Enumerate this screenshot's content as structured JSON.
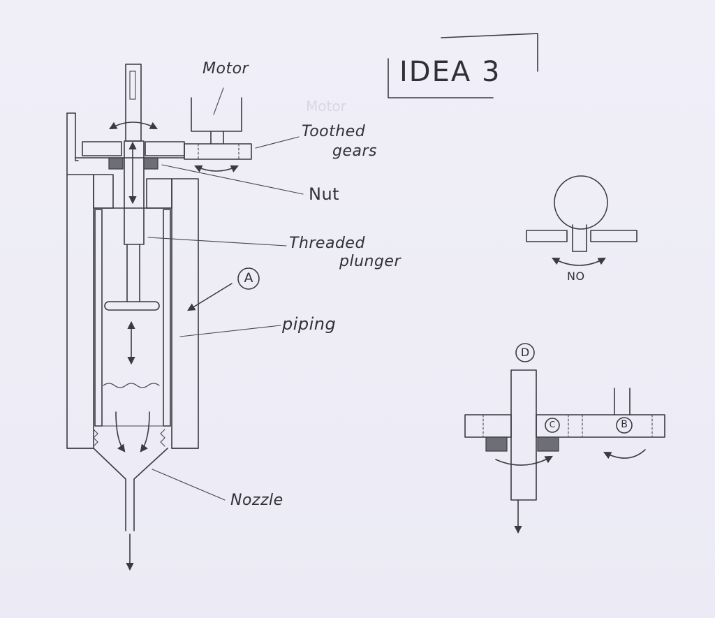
{
  "title": "IDEA 3",
  "labels": {
    "motor": "Motor",
    "toothed_gears_line1": "Toothed",
    "toothed_gears_line2": "gears",
    "nut": "Nut",
    "threaded_plunger_line1": "Threaded",
    "threaded_plunger_line2": "plunger",
    "piping": "piping",
    "nozzle": "Nozzle",
    "no": "NO"
  },
  "callouts": {
    "a": "A",
    "b": "B",
    "c": "C",
    "d": "D"
  },
  "colors": {
    "paper": "#eeedf6",
    "ink": "#3a3a42",
    "nut_shading": "#6e6e76"
  }
}
